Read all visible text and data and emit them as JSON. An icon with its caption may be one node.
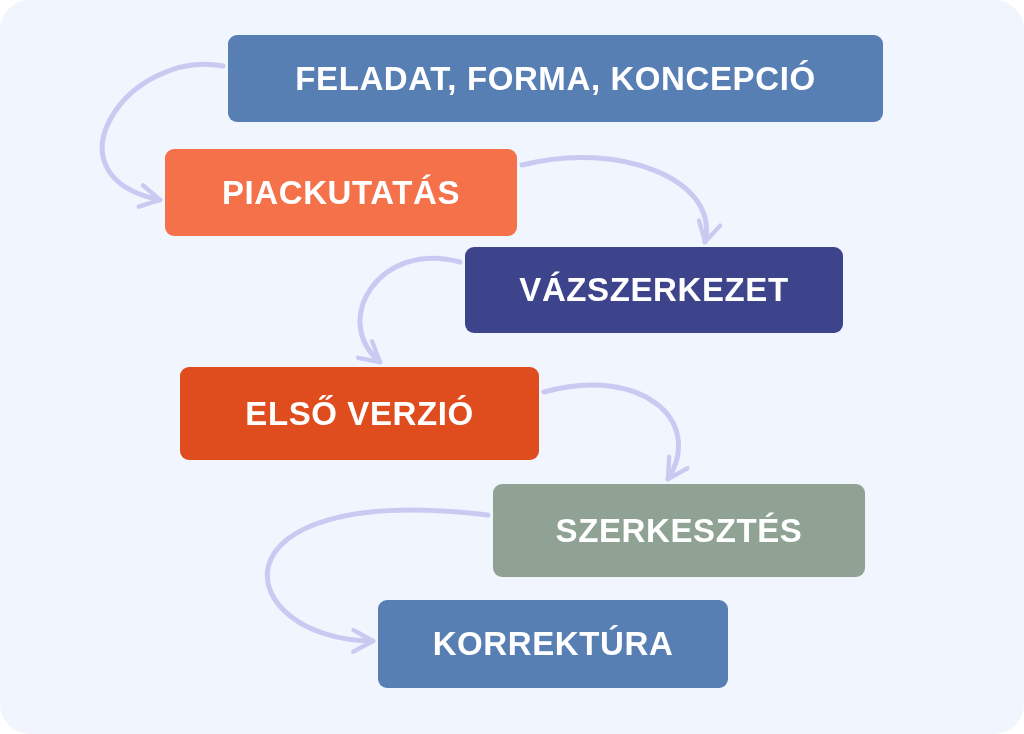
{
  "diagram": {
    "nodes": [
      {
        "text": [
          "FELADAT, FORMA, KONCEPCIÓ"
        ]
      },
      {
        "text": [
          "PIACKUTATÁS"
        ]
      },
      {
        "text": [
          "VÁZSZERKEZET"
        ]
      },
      {
        "text": [
          "ELSŐ VERZIÓ"
        ]
      },
      {
        "text": [
          "SZERKESZTÉS"
        ]
      },
      {
        "text": [
          "KORREKTÚRA"
        ]
      }
    ],
    "edges": [
      {
        "from": 0,
        "to": 1,
        "arrow": "to"
      },
      {
        "from": 1,
        "to": 2,
        "arrow": "to"
      },
      {
        "from": 2,
        "to": 3,
        "arrow": "to"
      },
      {
        "from": 3,
        "to": 4,
        "arrow": "to"
      },
      {
        "from": 4,
        "to": 5,
        "arrow": "to"
      }
    ]
  }
}
